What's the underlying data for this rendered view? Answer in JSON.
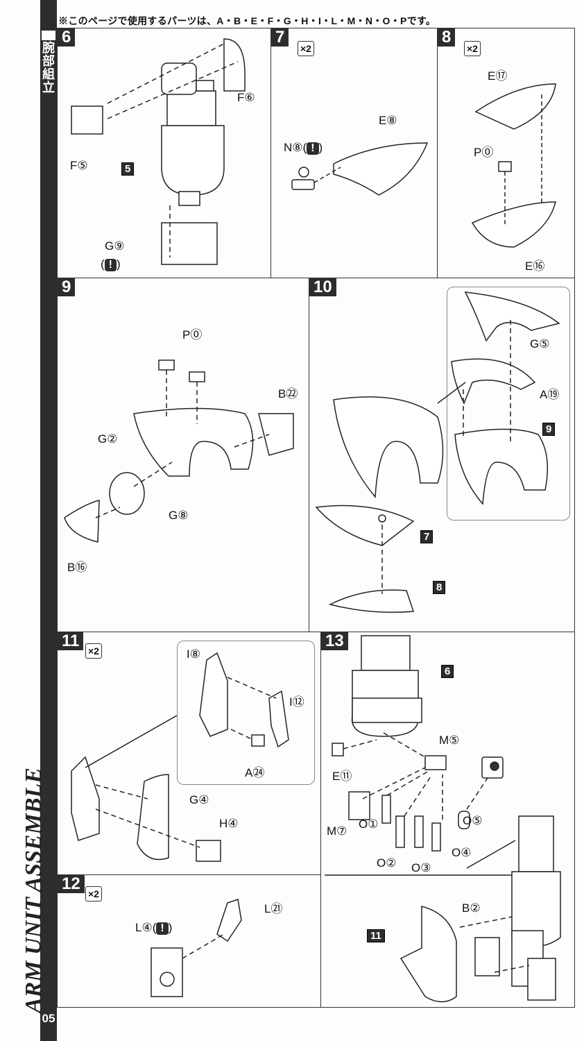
{
  "header": {
    "parts_note": "※このページで使用するパーツは、A・B・E・F・G・H・I・L・M・N・O・Pです。"
  },
  "side": {
    "jp_title": "腕部組立",
    "en_title": "ARM UNIT ASSEMBLE",
    "page_number": "05"
  },
  "warn_symbol": "!",
  "steps": {
    "s6": {
      "number": "6",
      "labels": {
        "f6": "F⑥",
        "f5": "F⑤",
        "ref5": "5",
        "g9": "G⑨"
      }
    },
    "s7": {
      "number": "7",
      "qty": "×2",
      "labels": {
        "n8": "N⑧",
        "e8": "E⑧"
      }
    },
    "s8": {
      "number": "8",
      "qty": "×2",
      "labels": {
        "e17": "E⑰",
        "p0": "P⓪",
        "e16": "E⑯"
      }
    },
    "s9": {
      "number": "9",
      "labels": {
        "p0": "P⓪",
        "b22": "B㉒",
        "g2": "G②",
        "g8": "G⑧",
        "b16": "B⑯"
      }
    },
    "s10": {
      "number": "10",
      "labels": {
        "g5": "G⑤",
        "a19": "A⑲",
        "ref9": "9",
        "ref7": "7",
        "ref8": "8"
      }
    },
    "s11": {
      "number": "11",
      "qty": "×2",
      "labels": {
        "i8": "I⑧",
        "i12": "I⑫",
        "a24": "A㉔",
        "g4": "G④",
        "h4": "H④"
      }
    },
    "s12": {
      "number": "12",
      "qty": "×2",
      "labels": {
        "l21": "L㉑",
        "l4": "L④"
      }
    },
    "s13": {
      "number": "13",
      "labels": {
        "ref6": "6",
        "m5": "M⑤",
        "e11": "E⑪",
        "m7": "M⑦",
        "o1": "O①",
        "o2": "O②",
        "o3": "O③",
        "o4": "O④",
        "o5": "O⑤",
        "b2": "B②",
        "ref11": "11"
      }
    }
  }
}
